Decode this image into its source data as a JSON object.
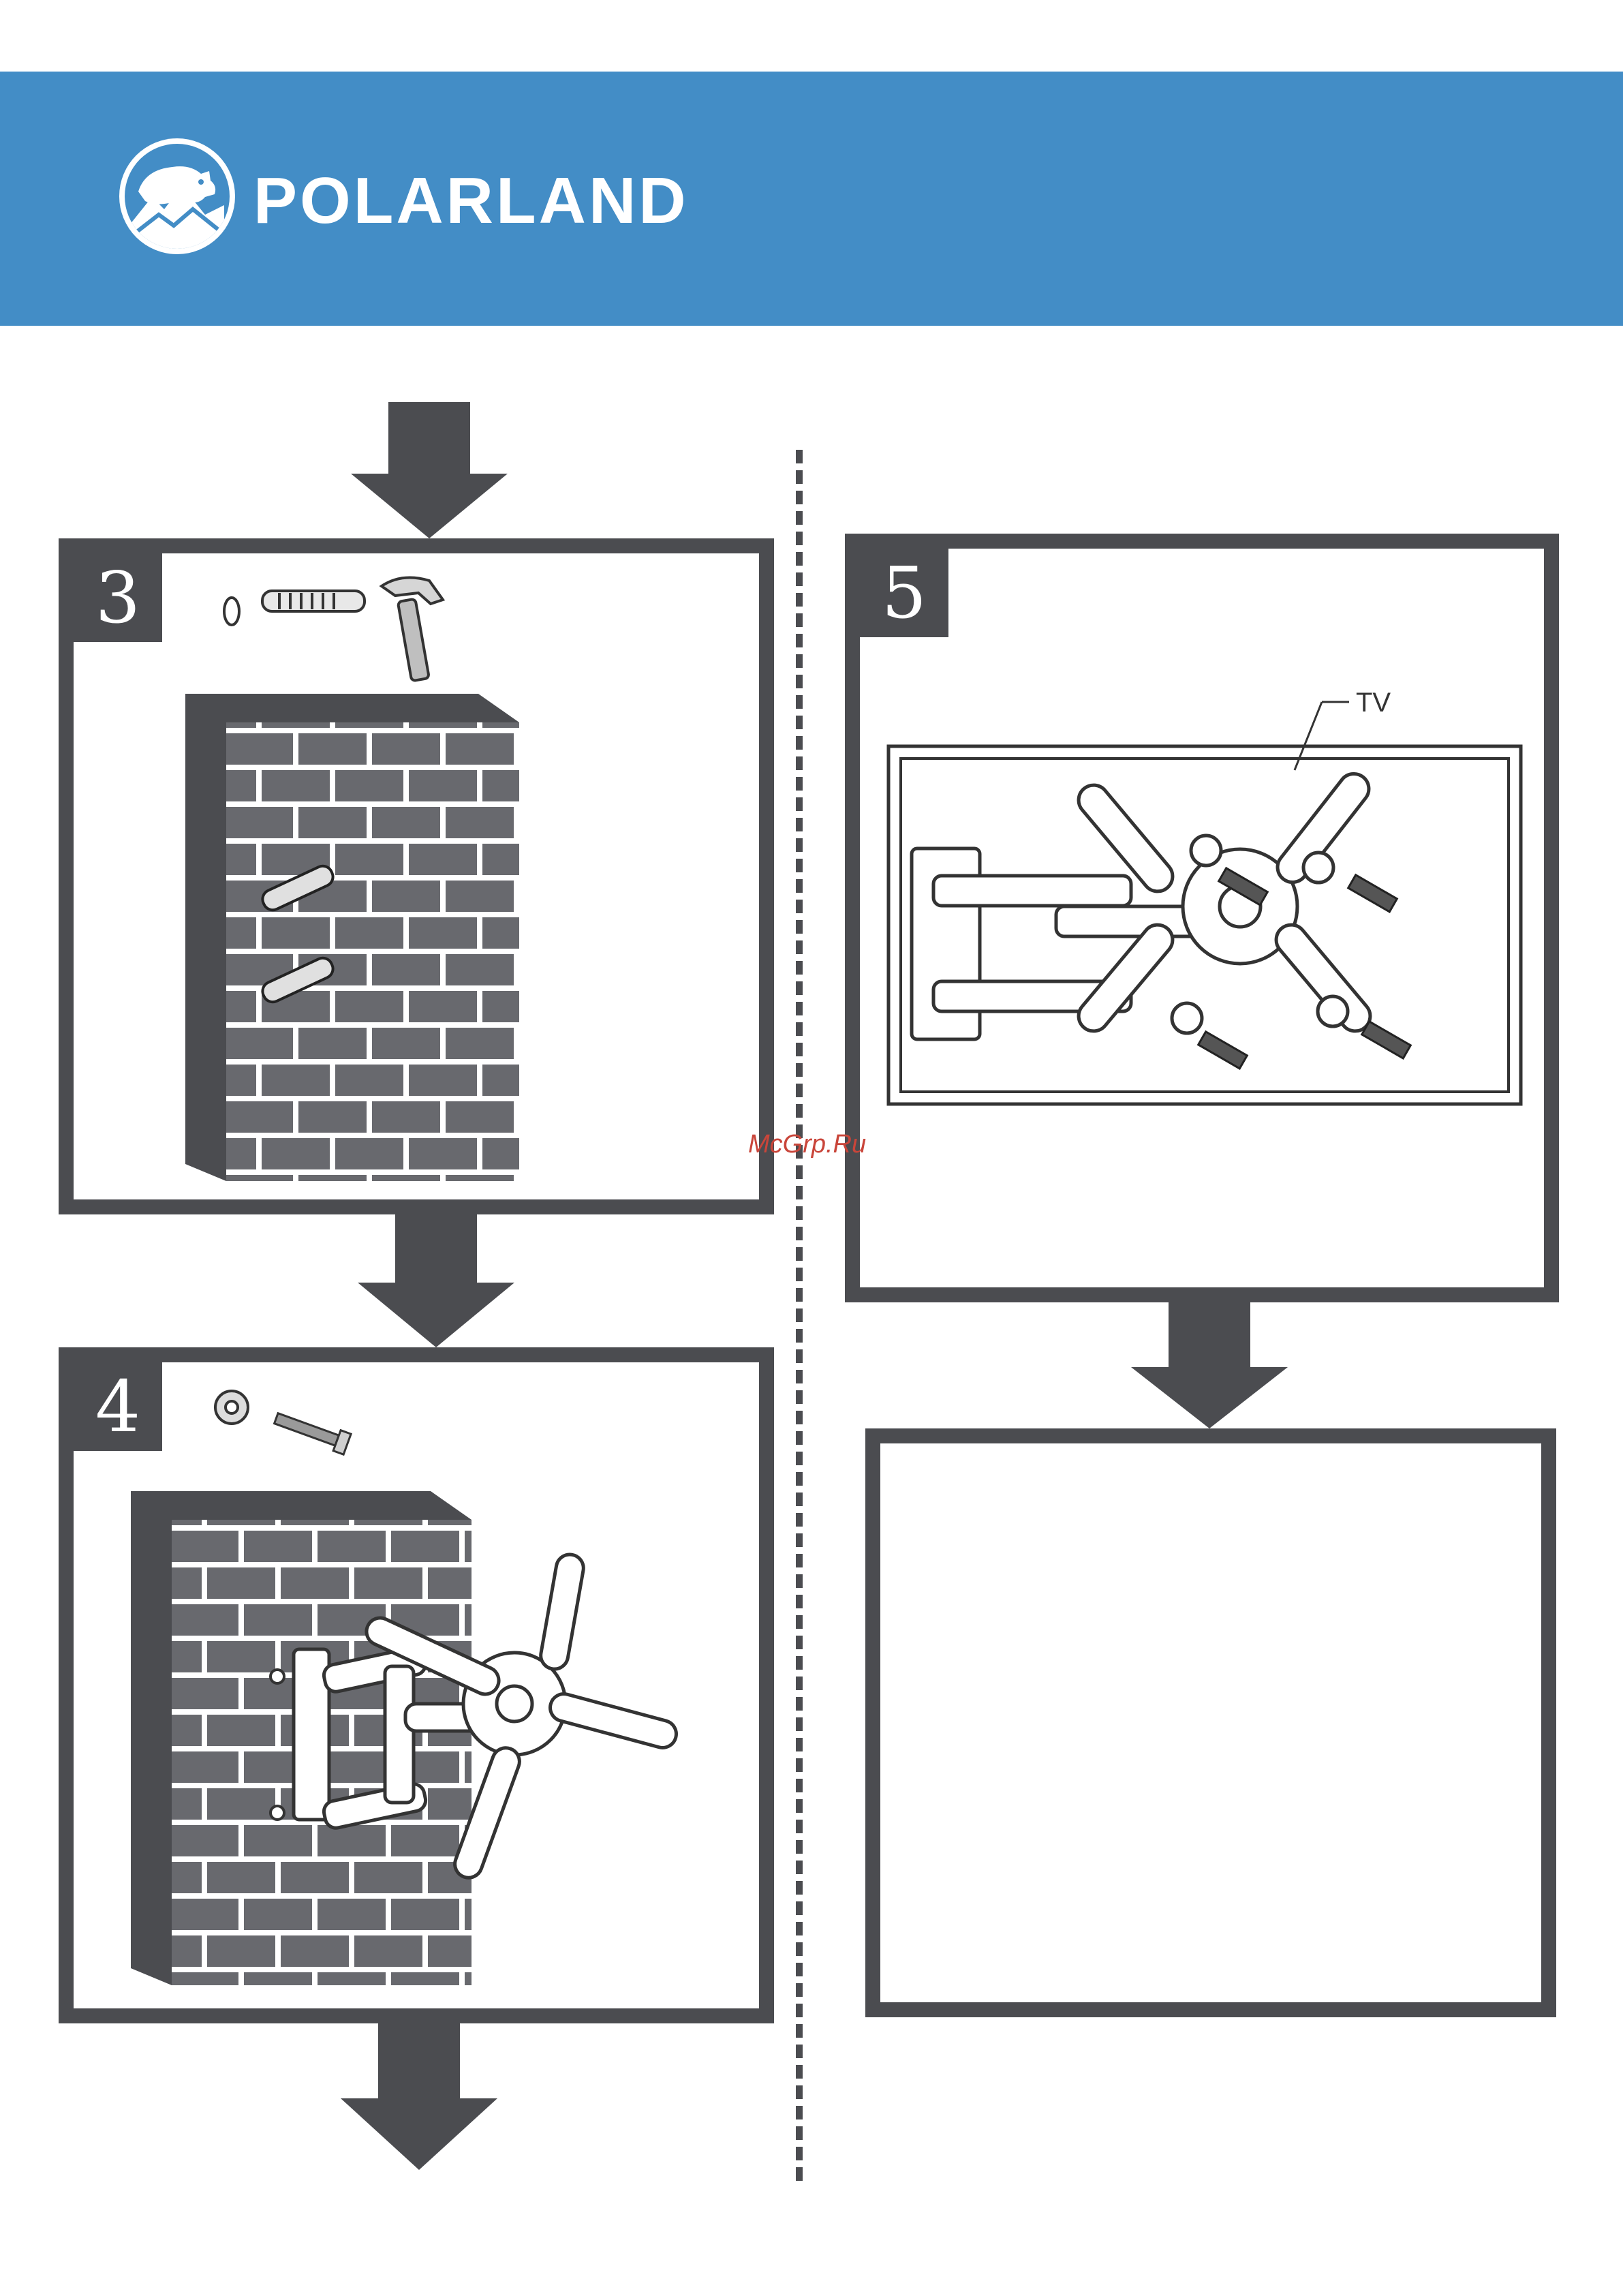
{
  "header": {
    "brand": "POLARLAND",
    "logo_icon": "polar-bear-mountain-logo",
    "background_color": "#438dc6"
  },
  "steps": [
    {
      "number": "3",
      "icons": [
        "anchor-ring-icon",
        "wall-plug-icon",
        "hammer-icon"
      ]
    },
    {
      "number": "4",
      "icons": [
        "washer-icon",
        "lag-screw-icon"
      ]
    },
    {
      "number": "5",
      "label": "TV",
      "icons": [
        "tv-bracket-icon",
        "washer-icon",
        "bolt-icon"
      ]
    }
  ],
  "watermark": "McGrp.Ru",
  "colors": {
    "frame": "#4b4c50",
    "brick": "#68696e",
    "mortar": "#ffffff"
  }
}
